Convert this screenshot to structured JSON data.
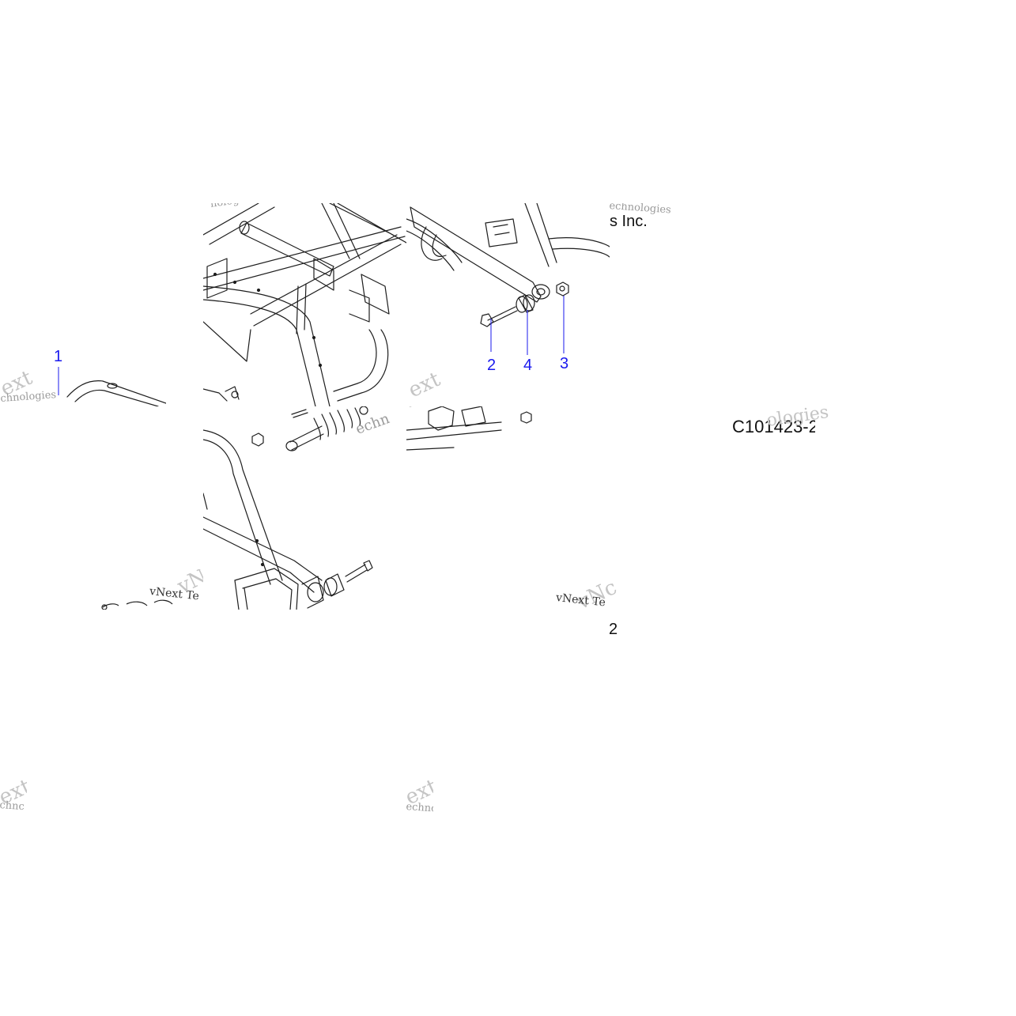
{
  "diagram": {
    "figure_code": "C101423-2",
    "copyright_fragment": "s Inc.",
    "partial_label": "2",
    "callouts": [
      {
        "number": "1"
      },
      {
        "number": "2"
      },
      {
        "number": "4"
      },
      {
        "number": "3"
      }
    ],
    "watermark": {
      "line1": "vNext",
      "line2": "Technologies",
      "fragments": {
        "a": "nologies",
        "b": "chnologies",
        "c": "echnologies",
        "d": "ext",
        "e": "ologies",
        "f": "echn",
        "g": "vNext Te",
        "h": "vNc",
        "i": "onolo",
        "j": "chnc",
        "k": "echnc",
        "l": "echno",
        "m": "Te",
        "n": "chnologies"
      }
    },
    "colors": {
      "line": "#1e1e1e",
      "callout": "#1a1aee",
      "watermark": "#9a9a9a"
    }
  }
}
